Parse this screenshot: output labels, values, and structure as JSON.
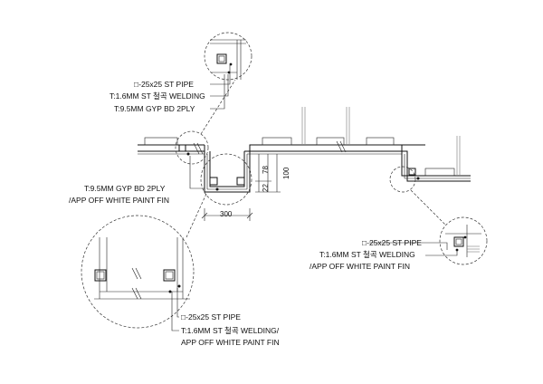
{
  "notes": {
    "top": {
      "line1": "□-25x25 ST PIPE",
      "line2": "T:1.6MM ST 철곡 WELDING",
      "line3": "T:9.5MM GYP BD 2PLY"
    },
    "left": {
      "line1": "T:9.5MM GYP BD 2PLY",
      "line2": "/APP OFF WHITE PAINT FIN"
    },
    "right": {
      "line1": "□-25x25 ST PIPE",
      "line2": "T:1.6MM ST 철곡 WELDING",
      "line3": "/APP OFF WHITE PAINT FIN"
    },
    "bottom": {
      "line1": "□-25x25 ST PIPE",
      "line2": "T:1.6MM ST 철곡 WELDING/",
      "line3": "APP OFF WHITE PAINT FIN"
    }
  },
  "dimensions": {
    "width": "300",
    "d78": "78",
    "d100": "100",
    "d22": "22"
  }
}
